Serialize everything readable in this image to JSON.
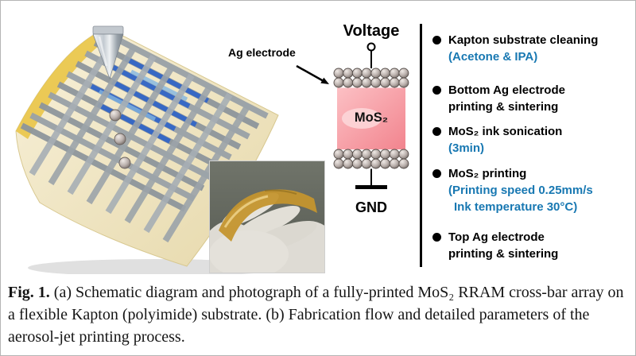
{
  "colors": {
    "accent_blue": "#1878b2",
    "mos2_pink": "#f2848e",
    "kapton_cream": "#efe5c2",
    "electrode_gray": "#99a1a7"
  },
  "schematic": {
    "ag_electrode_label": "Ag electrode"
  },
  "device": {
    "voltage_label": "Voltage",
    "mos2_label": "MoS₂",
    "gnd_label": "GND"
  },
  "flow": {
    "steps": [
      {
        "line1": "Kapton substrate cleaning",
        "line2": "(Acetone & IPA)"
      },
      {
        "line1": "Bottom Ag electrode",
        "line2": "printing & sintering"
      },
      {
        "line1": "MoS₂ ink sonication",
        "line2": "(3min)"
      },
      {
        "line1": "MoS₂ printing",
        "line2": "(Printing speed 0.25mm/s",
        "line3": "Ink temperature 30°C)"
      },
      {
        "line1": "Top Ag electrode",
        "line2": "printing & sintering"
      }
    ]
  },
  "caption": {
    "label": "Fig. 1.",
    "text": "(a) Schematic diagram and photograph of a fully-printed MoS₂ RRAM cross-bar array on a flexible Kapton (polyimide) substrate. (b) Fabrication flow and detailed parameters of the aerosol-jet printing process."
  }
}
